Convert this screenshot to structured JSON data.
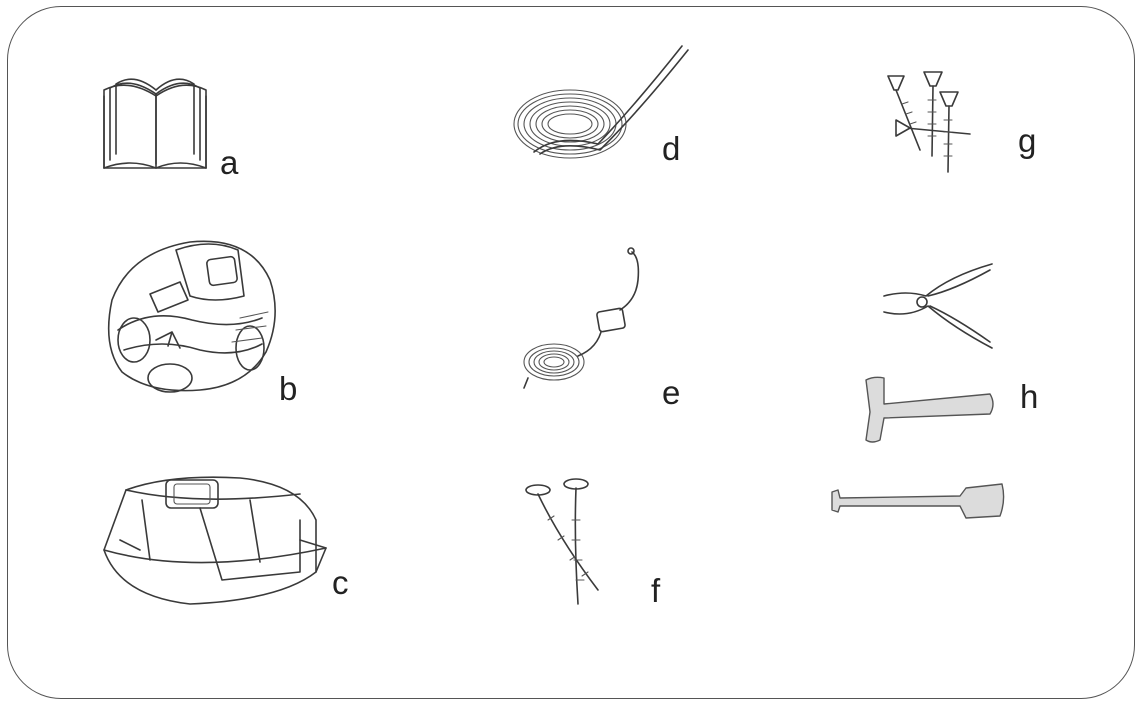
{
  "labels": {
    "a": "a",
    "b": "b",
    "c": "c",
    "d": "d",
    "e": "e",
    "f": "f",
    "g": "g",
    "h": "h"
  },
  "icons": [
    "manual-book-icon",
    "robot-mower-icon",
    "charging-station-icon",
    "boundary-wire-coil-icon",
    "power-adapter-icon",
    "ground-pegs-icon",
    "screws-icon",
    "pliers-icon",
    "hammer-icon",
    "spade-icon"
  ]
}
